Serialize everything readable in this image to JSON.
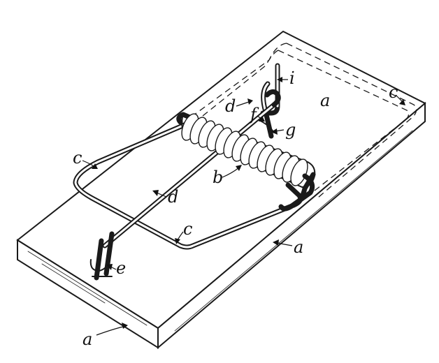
{
  "figure": {
    "labels": {
      "a_top": "a",
      "a_right": "a",
      "a_bottom": "a",
      "b": "b",
      "c_left": "c",
      "c_bottom": "c",
      "c_corner": "c",
      "d_top": "d",
      "d_middle": "d",
      "e": "e",
      "f": "f",
      "g": "g",
      "i": "i"
    }
  }
}
